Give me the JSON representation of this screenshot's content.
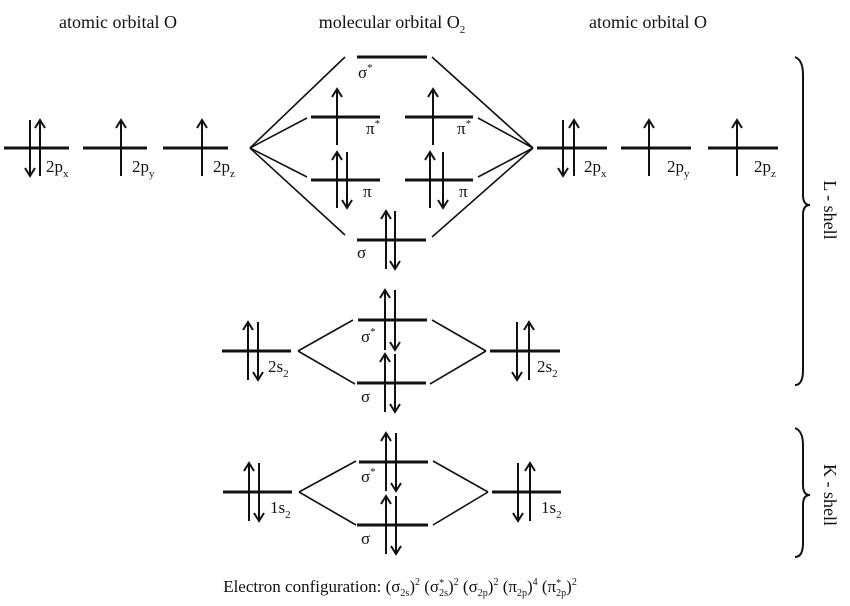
{
  "titles": {
    "left_atom": "atomic orbital O",
    "molecule": "molecular orbital O",
    "molecule_sub": "2",
    "right_atom": "atomic orbital O"
  },
  "atomic_orbitals": {
    "left": [
      {
        "label": "2p",
        "sub": "x",
        "electrons": [
          "down",
          "up"
        ]
      },
      {
        "label": "2p",
        "sub": "y",
        "electrons": [
          "up"
        ]
      },
      {
        "label": "2p",
        "sub": "z",
        "electrons": [
          "up"
        ]
      },
      {
        "label": "2s",
        "sub": "2",
        "electrons": [
          "up",
          "down"
        ]
      },
      {
        "label": "1s",
        "sub": "2",
        "electrons": [
          "up",
          "down"
        ]
      }
    ],
    "right": [
      {
        "label": "2p",
        "sub": "x",
        "electrons": [
          "down",
          "up"
        ]
      },
      {
        "label": "2p",
        "sub": "y",
        "electrons": [
          "up"
        ]
      },
      {
        "label": "2p",
        "sub": "z",
        "electrons": [
          "up"
        ]
      },
      {
        "label": "2s",
        "sub": "2",
        "electrons": [
          "down",
          "up"
        ]
      },
      {
        "label": "1s",
        "sub": "2",
        "electrons": [
          "down",
          "up"
        ]
      }
    ]
  },
  "molecular_orbitals": [
    {
      "label": "σ",
      "star": "*",
      "electrons": []
    },
    {
      "label": "π",
      "star": "*",
      "electrons": [
        "up"
      ]
    },
    {
      "label": "π",
      "star": "*",
      "electrons": [
        "up"
      ]
    },
    {
      "label": "π",
      "star": "",
      "electrons": [
        "up",
        "down"
      ]
    },
    {
      "label": "π",
      "star": "",
      "electrons": [
        "up",
        "down"
      ]
    },
    {
      "label": "σ",
      "star": "",
      "electrons": [
        "up",
        "down"
      ]
    },
    {
      "label": "σ",
      "star": "*",
      "electrons": [
        "up",
        "down"
      ]
    },
    {
      "label": "σ",
      "star": "",
      "electrons": [
        "up",
        "down"
      ]
    },
    {
      "label": "σ",
      "star": "*",
      "electrons": [
        "up",
        "down"
      ]
    },
    {
      "label": "σ",
      "star": "",
      "electrons": [
        "up",
        "down"
      ]
    }
  ],
  "shells": {
    "l_shell": "L - shell",
    "k_shell": "K - shell"
  },
  "configuration": {
    "prefix": "Electron configuration: ",
    "terms": [
      {
        "sym": "σ",
        "star": "",
        "sub": "2s",
        "exp": "2"
      },
      {
        "sym": "σ",
        "star": "*",
        "sub": "2s",
        "exp": "2"
      },
      {
        "sym": "σ",
        "star": "",
        "sub": "2p",
        "exp": "2"
      },
      {
        "sym": "π",
        "star": "",
        "sub": "2p",
        "exp": "4"
      },
      {
        "sym": "π",
        "star": "*",
        "sub": "2p",
        "exp": "2"
      }
    ]
  }
}
